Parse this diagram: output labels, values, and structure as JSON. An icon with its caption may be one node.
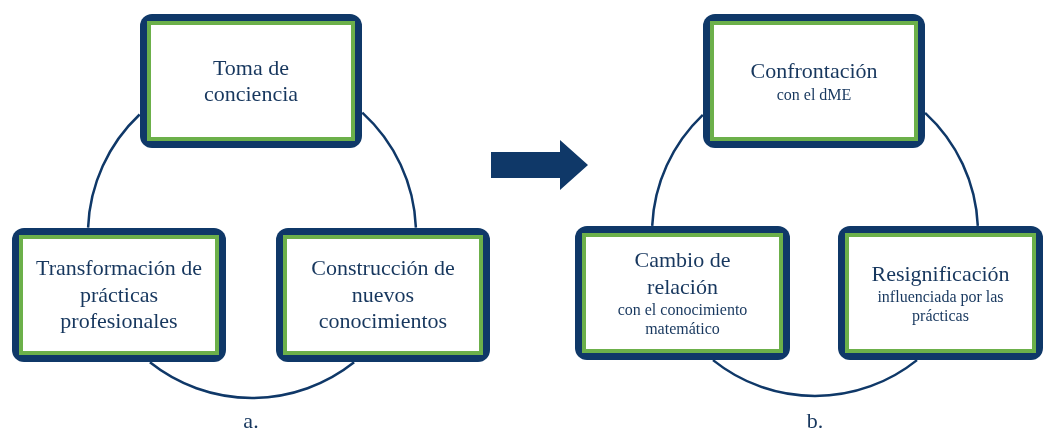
{
  "diagram": {
    "nodes": [
      {
        "text": [
          "Toma de conciencia"
        ]
      },
      {
        "text": [
          "Transformación de prácticas profesionales"
        ]
      },
      {
        "text": [
          "Construcción de nuevos conocimientos"
        ]
      },
      {
        "text": [
          "Confrontación",
          "con el dME"
        ]
      },
      {
        "text": [
          "Cambio de relación",
          "con el conocimiento matemático"
        ]
      },
      {
        "text": [
          "Resignificación",
          "influenciada por las prácticas"
        ]
      }
    ],
    "edges": [
      {
        "from": 0,
        "to": 1,
        "arrow": "none"
      },
      {
        "from": 0,
        "to": 2,
        "arrow": "none"
      },
      {
        "from": 1,
        "to": 2,
        "arrow": "none"
      },
      {
        "from": 3,
        "to": 4,
        "arrow": "none"
      },
      {
        "from": 3,
        "to": 5,
        "arrow": "none"
      },
      {
        "from": 4,
        "to": 5,
        "arrow": "none"
      }
    ],
    "labels": [
      "a.",
      "b."
    ]
  }
}
